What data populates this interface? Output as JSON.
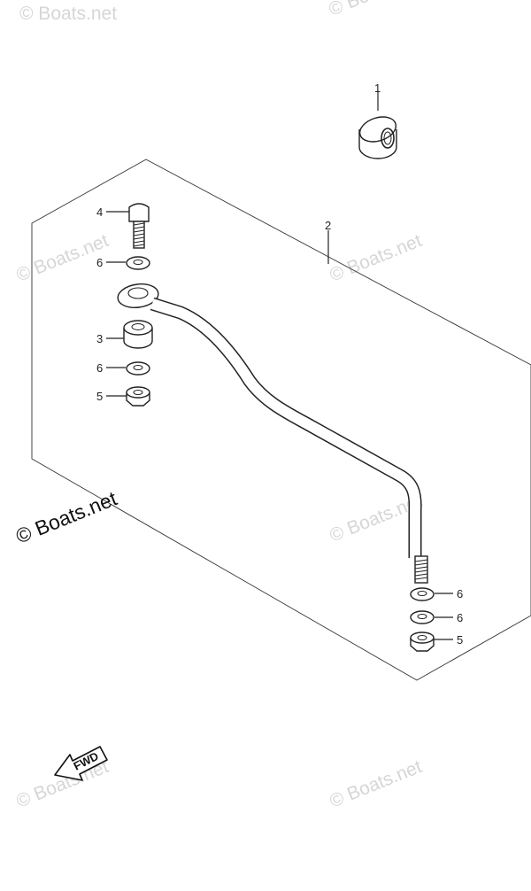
{
  "callouts": {
    "c1": "1",
    "c2": "2",
    "c3": "3",
    "c4": "4",
    "c5a": "5",
    "c5b": "5",
    "c6a": "6",
    "c6b": "6",
    "c6c": "6",
    "c6d": "6"
  },
  "watermark": {
    "text": "© Boats.net",
    "main": "© Boats.net"
  },
  "fwd_label": "FWD"
}
